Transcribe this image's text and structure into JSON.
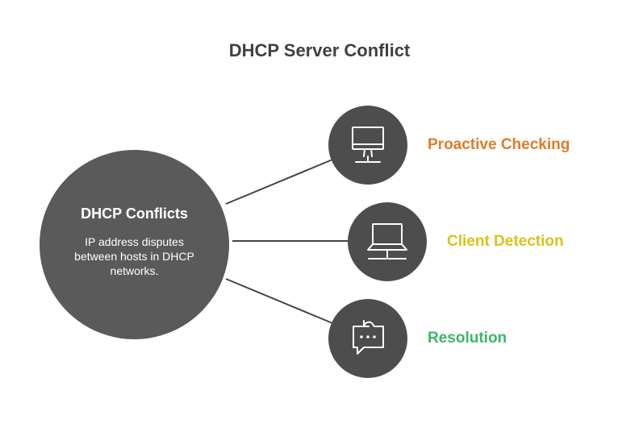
{
  "title": "DHCP Server Conflict",
  "center": {
    "title": "DHCP Conflicts",
    "description": "IP address disputes between hosts in DHCP networks."
  },
  "nodes": [
    {
      "label": "Proactive Checking",
      "icon": "monitor-icon",
      "color": "#e07b28"
    },
    {
      "label": "Client Detection",
      "icon": "laptop-icon",
      "color": "#d9c21a"
    },
    {
      "label": "Resolution",
      "icon": "chat-refresh-icon",
      "color": "#3db56a"
    }
  ]
}
